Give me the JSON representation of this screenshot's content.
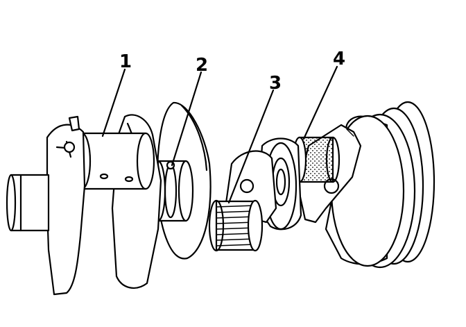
{
  "callouts": [
    {
      "label": "1",
      "part": "journal-1"
    },
    {
      "label": "2",
      "part": "journal-2"
    },
    {
      "label": "3",
      "part": "journal-3"
    },
    {
      "label": "4",
      "part": "journal-4"
    }
  ]
}
